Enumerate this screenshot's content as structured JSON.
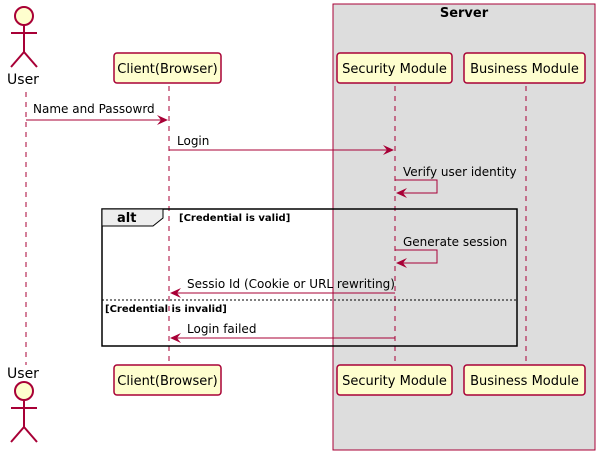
{
  "group": {
    "title": "Server"
  },
  "participants": {
    "user": "User",
    "client": "Client(Browser)",
    "security": "Security Module",
    "business": "Business Module"
  },
  "messages": [
    {
      "label": "Name and Passowrd"
    },
    {
      "label": "Login"
    },
    {
      "label": "Verify user identity"
    },
    {
      "label": "Generate session"
    },
    {
      "label": "Sessio Id (Cookie or URL rewriting)"
    },
    {
      "label": "Login failed"
    }
  ],
  "alt": {
    "keyword": "alt",
    "condition": "[Credential is valid]",
    "else_condition": "[Credential is invalid]"
  },
  "colors": {
    "accent": "#A80036",
    "participant_fill": "#FEFECE",
    "group_fill": "#DDDDDD",
    "alt_header_fill": "#EEEEEE"
  }
}
